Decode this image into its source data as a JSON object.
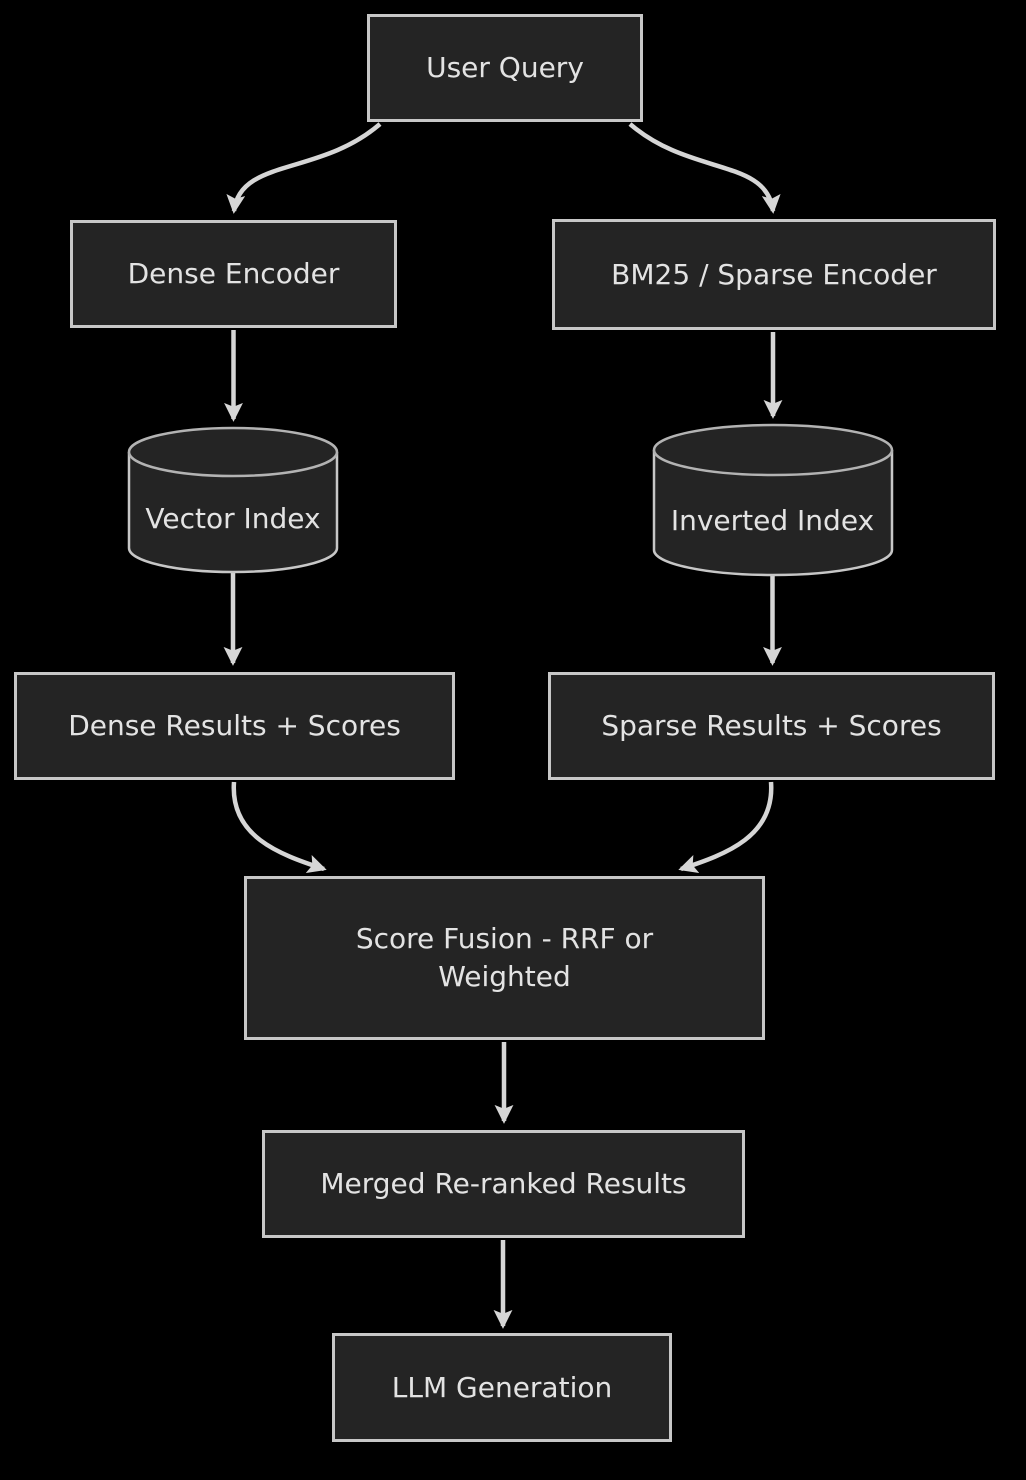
{
  "diagram": {
    "type": "flowchart",
    "colors": {
      "background": "#000000",
      "node_fill": "#242424",
      "node_border": "#c7c7c7",
      "text": "#e3e3e3",
      "arrow": "#d6d6d6"
    },
    "nodes": {
      "user_query": {
        "label": "User Query",
        "shape": "rect"
      },
      "dense_encoder": {
        "label": "Dense Encoder",
        "shape": "rect"
      },
      "sparse_encoder": {
        "label": "BM25 / Sparse Encoder",
        "shape": "rect"
      },
      "vector_index": {
        "label": "Vector Index",
        "shape": "cylinder"
      },
      "inverted_index": {
        "label": "Inverted Index",
        "shape": "cylinder"
      },
      "dense_results": {
        "label": "Dense Results + Scores",
        "shape": "rect"
      },
      "sparse_results": {
        "label": "Sparse Results + Scores",
        "shape": "rect"
      },
      "score_fusion": {
        "label": "Score Fusion - RRF or Weighted",
        "shape": "rect"
      },
      "merged_results": {
        "label": "Merged Re-ranked Results",
        "shape": "rect"
      },
      "llm_generation": {
        "label": "LLM Generation",
        "shape": "rect"
      }
    },
    "edges": [
      {
        "from": "user_query",
        "to": "dense_encoder"
      },
      {
        "from": "user_query",
        "to": "sparse_encoder"
      },
      {
        "from": "dense_encoder",
        "to": "vector_index"
      },
      {
        "from": "sparse_encoder",
        "to": "inverted_index"
      },
      {
        "from": "vector_index",
        "to": "dense_results"
      },
      {
        "from": "inverted_index",
        "to": "sparse_results"
      },
      {
        "from": "dense_results",
        "to": "score_fusion"
      },
      {
        "from": "sparse_results",
        "to": "score_fusion"
      },
      {
        "from": "score_fusion",
        "to": "merged_results"
      },
      {
        "from": "merged_results",
        "to": "llm_generation"
      }
    ]
  }
}
